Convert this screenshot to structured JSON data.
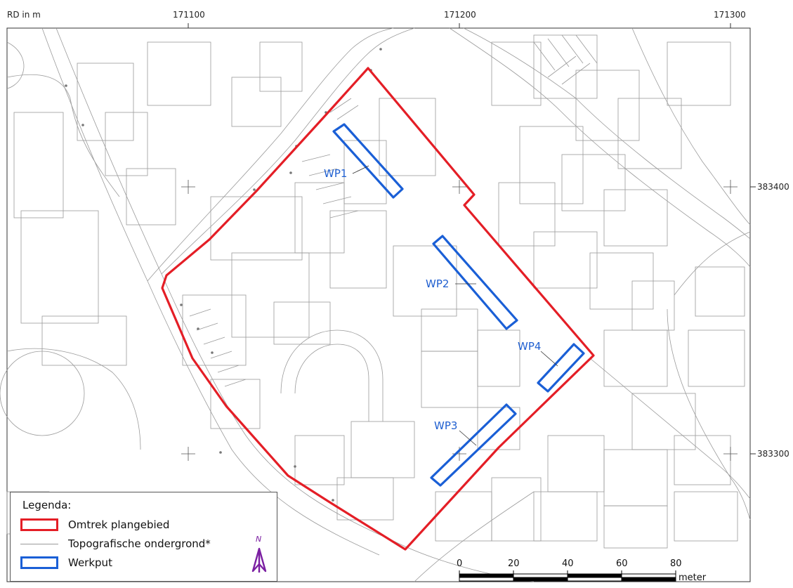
{
  "map": {
    "coordinate_system_label": "RD in m",
    "x_ticks": [
      "171100",
      "171200",
      "171300"
    ],
    "y_ticks": [
      "383400",
      "383300"
    ]
  },
  "features": {
    "trenches": [
      {
        "label": "WP1"
      },
      {
        "label": "WP2"
      },
      {
        "label": "WP3"
      },
      {
        "label": "WP4"
      }
    ],
    "colors": {
      "plan_area_outline": "#e41e26",
      "trench_outline": "#1a5fd6",
      "topography_line": "#9a9a9a",
      "north_arrow": "#7b1fa2"
    }
  },
  "legend": {
    "title": "Legenda:",
    "items": [
      {
        "label": "Omtrek plangebied",
        "symbol": "red-outline-box"
      },
      {
        "label": "Topografische ondergrond*",
        "symbol": "grey-line"
      },
      {
        "label": "Werkput",
        "symbol": "blue-outline-box"
      }
    ],
    "north_label": "N"
  },
  "scale_bar": {
    "ticks": [
      "0",
      "20",
      "40",
      "60",
      "80"
    ],
    "unit": "meter"
  }
}
